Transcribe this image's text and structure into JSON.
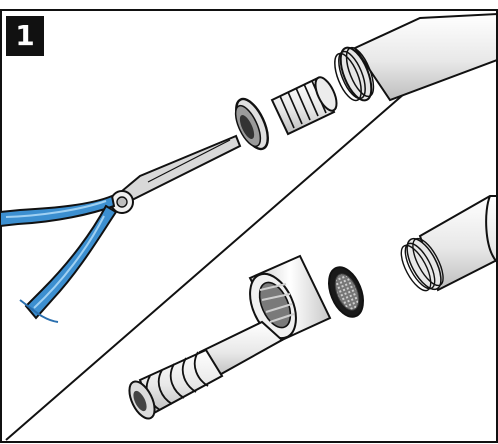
{
  "step": {
    "number": "1"
  },
  "figure": {
    "upper_panel": {
      "tool": "needle-nose-pliers",
      "part": "threaded-flow-restrictor-insert",
      "fixture": "faucet-spout-end"
    },
    "lower_panel": {
      "parts": [
        "hose-connector",
        "mesh-screen-washer",
        "faucet-spout-end"
      ]
    }
  },
  "colors": {
    "outline": "#111111",
    "plier_grip": "#3c8fd0",
    "plier_grip_shade": "#2a6fae",
    "metal_light": "#f2f2f2",
    "metal_mid": "#d6d6d6",
    "metal_dark": "#8a8a8a",
    "screen_mesh": "#6b6b6b"
  }
}
